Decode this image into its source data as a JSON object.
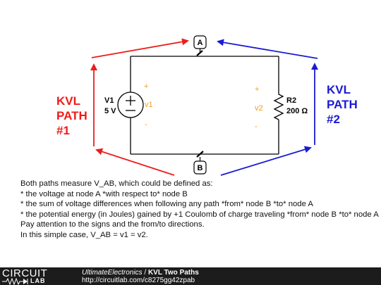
{
  "schematic": {
    "node_a_label": "A",
    "node_b_label": "B",
    "source": {
      "name": "V1",
      "value": "5 V",
      "voltage_label": "v1",
      "plus": "+",
      "minus": "-"
    },
    "resistor": {
      "name": "R2",
      "value": "200 Ω",
      "voltage_label": "v2",
      "plus": "+",
      "minus": "-"
    },
    "path1": {
      "line1": "KVL",
      "line2": "PATH",
      "line3": "#1",
      "color": "#ee1c1c"
    },
    "path2": {
      "line1": "KVL",
      "line2": "PATH",
      "line3": "#2",
      "color": "#1a1ad6"
    }
  },
  "description": [
    "Both paths measure V_AB, which could be defined as:",
    "* the voltage at node A *with respect to* node B",
    "* the sum of voltage differences when following any path *from* node B *to* node A",
    "* the potential energy (in Joules) gained by +1 Coulomb of charge traveling *from* node B *to* node A",
    "Pay attention to the signs and the from/to directions.",
    "In this simple case, V_AB = v1 = v2."
  ],
  "footer": {
    "logo_top": "CIRCUIT",
    "logo_bottom": "LAB",
    "author": "UltimateElectronics",
    "separator": " / ",
    "title": "KVL Two Paths",
    "url": "http://circuitlab.com/c8275gg42zpab"
  }
}
